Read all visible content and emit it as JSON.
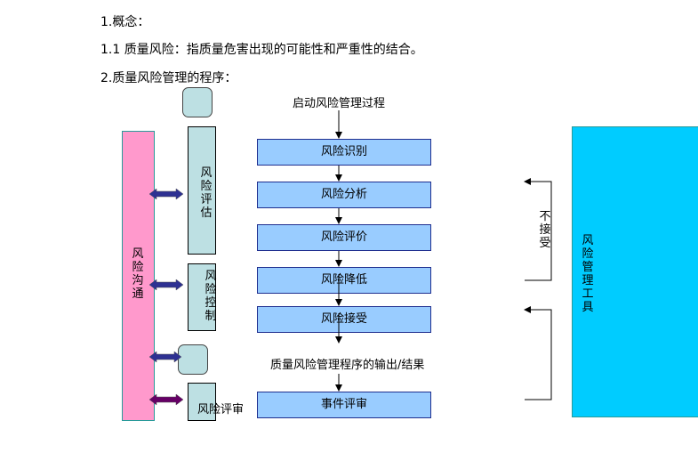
{
  "paragraphs": [
    "1.概念：",
    "1.1 质量风险：指质量危害出现的可能性和严重性的结合。",
    "2.质量风险管理的程序："
  ],
  "diagram": {
    "start_label": "启动风险管理过程",
    "steps": [
      "风险识别",
      "风险分析",
      "风险评价",
      "风险降低",
      "风险接受"
    ],
    "output_label": "质量风险管理程序的输出/结果",
    "final_step": "事件评审",
    "communication_bar": "风险沟通",
    "assessment_box": "风险评估",
    "control_box": "风险控制",
    "review_box": "风险评审",
    "tools_bar": "风险管理工具",
    "not_accept_label": "不接受",
    "colors": {
      "step_fill": "#99ccff",
      "communication_fill": "#ff99cc",
      "side_box_fill": "#bde0e3",
      "tools_fill": "#00ccff",
      "arrow_blue": "#2e3192",
      "arrow_purple": "#660066"
    }
  }
}
